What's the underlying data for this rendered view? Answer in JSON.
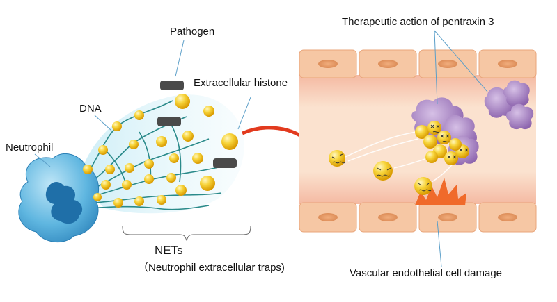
{
  "labels": {
    "pathogen": "Pathogen",
    "extracellular_histone": "Extracellular histone",
    "dna": "DNA",
    "neutrophil": "Neutrophil",
    "therapeutic": "Therapeutic action of pentraxin 3",
    "nets": "NETs",
    "nets_full": "（Neutrophil extracellular traps)",
    "vascular_damage": "Vascular endothelial cell damage"
  },
  "colors": {
    "neutrophil_body": "#4aa8d8",
    "neutrophil_nucleus": "#1f6fa8",
    "histone_ball": "#f2c21b",
    "dna_strand": "#2a8a8a",
    "pathogen": "#4a4a4a",
    "vessel_wall": "#f6c7a4",
    "vessel_lumen": "#f9ddc6",
    "pentraxin": "#a886c4",
    "arrow": "#e23a1e",
    "damage": "#f06a2a"
  }
}
